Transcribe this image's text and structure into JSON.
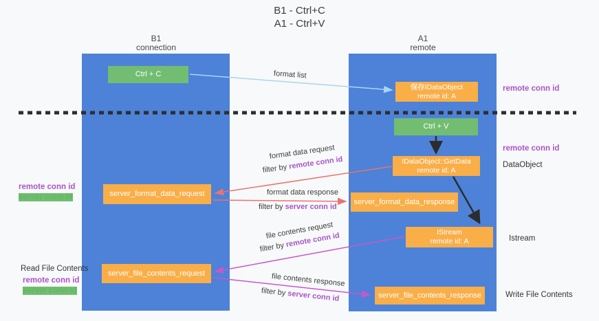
{
  "title": {
    "line1": "B1 - Ctrl+C",
    "line2": "A1 - Ctrl+V"
  },
  "columns": {
    "left": {
      "name": "B1",
      "subtitle": "connection"
    },
    "right": {
      "name": "A1",
      "subtitle": "remote"
    }
  },
  "nodes": {
    "ctrl_c": {
      "label": "Ctrl + C"
    },
    "save_dataobject": {
      "line1": "保存IDataObject",
      "line2": "remote id: A"
    },
    "ctrl_v": {
      "label": "Ctrl + V"
    },
    "getdata": {
      "line1": "IDataObject::GetData",
      "line2": "remote id: A"
    },
    "server_format_data_request": {
      "label": "server_format_data_request"
    },
    "server_format_data_response": {
      "label": "server_format_data_response"
    },
    "istream": {
      "line1": "IStream",
      "line2": "remote id: A"
    },
    "server_file_contents_request": {
      "label": "server_file_contents_request"
    },
    "server_file_contents_response": {
      "label": "server_file_contents_response"
    }
  },
  "arrow_labels": {
    "format_list": "format list",
    "format_data_request": {
      "title": "format data request",
      "filter_prefix": "filter by",
      "filter_key": "remote conn id"
    },
    "format_data_response": {
      "title": "format data response",
      "filter_prefix": "filter by",
      "filter_key": "server conn id"
    },
    "file_contents_request": {
      "title": "file contents request",
      "filter_prefix": "filter by",
      "filter_key": "remote conn id"
    },
    "file_contents_response": {
      "title": "file contents response",
      "filter_prefix": "filter by",
      "filter_key": "server conn id"
    }
  },
  "side_labels": {
    "right_remote_conn_id_top": "remote conn id",
    "right_remote_conn_id_mid": "remote conn id",
    "dataobject": "DataObject",
    "istream": "Istream",
    "write_file_contents": "Write File Contents",
    "left_remote_conn_id_top": "remote conn id",
    "left_server_conn_id_top": "server conn id",
    "read_file_contents": "Read File Contents",
    "left_remote_conn_id_bottom": "remote conn id",
    "left_server_conn_id_bottom": "server conn id"
  },
  "colors": {
    "column-blue": "#4d82d8",
    "box-green": "#72bd71",
    "box-orange": "#f9ae48",
    "purple": "#a855c8",
    "green-label": "#62b862",
    "salmon": "#e8736e",
    "magenta": "#cb56cb",
    "lightblue": "#a9d5f2"
  }
}
